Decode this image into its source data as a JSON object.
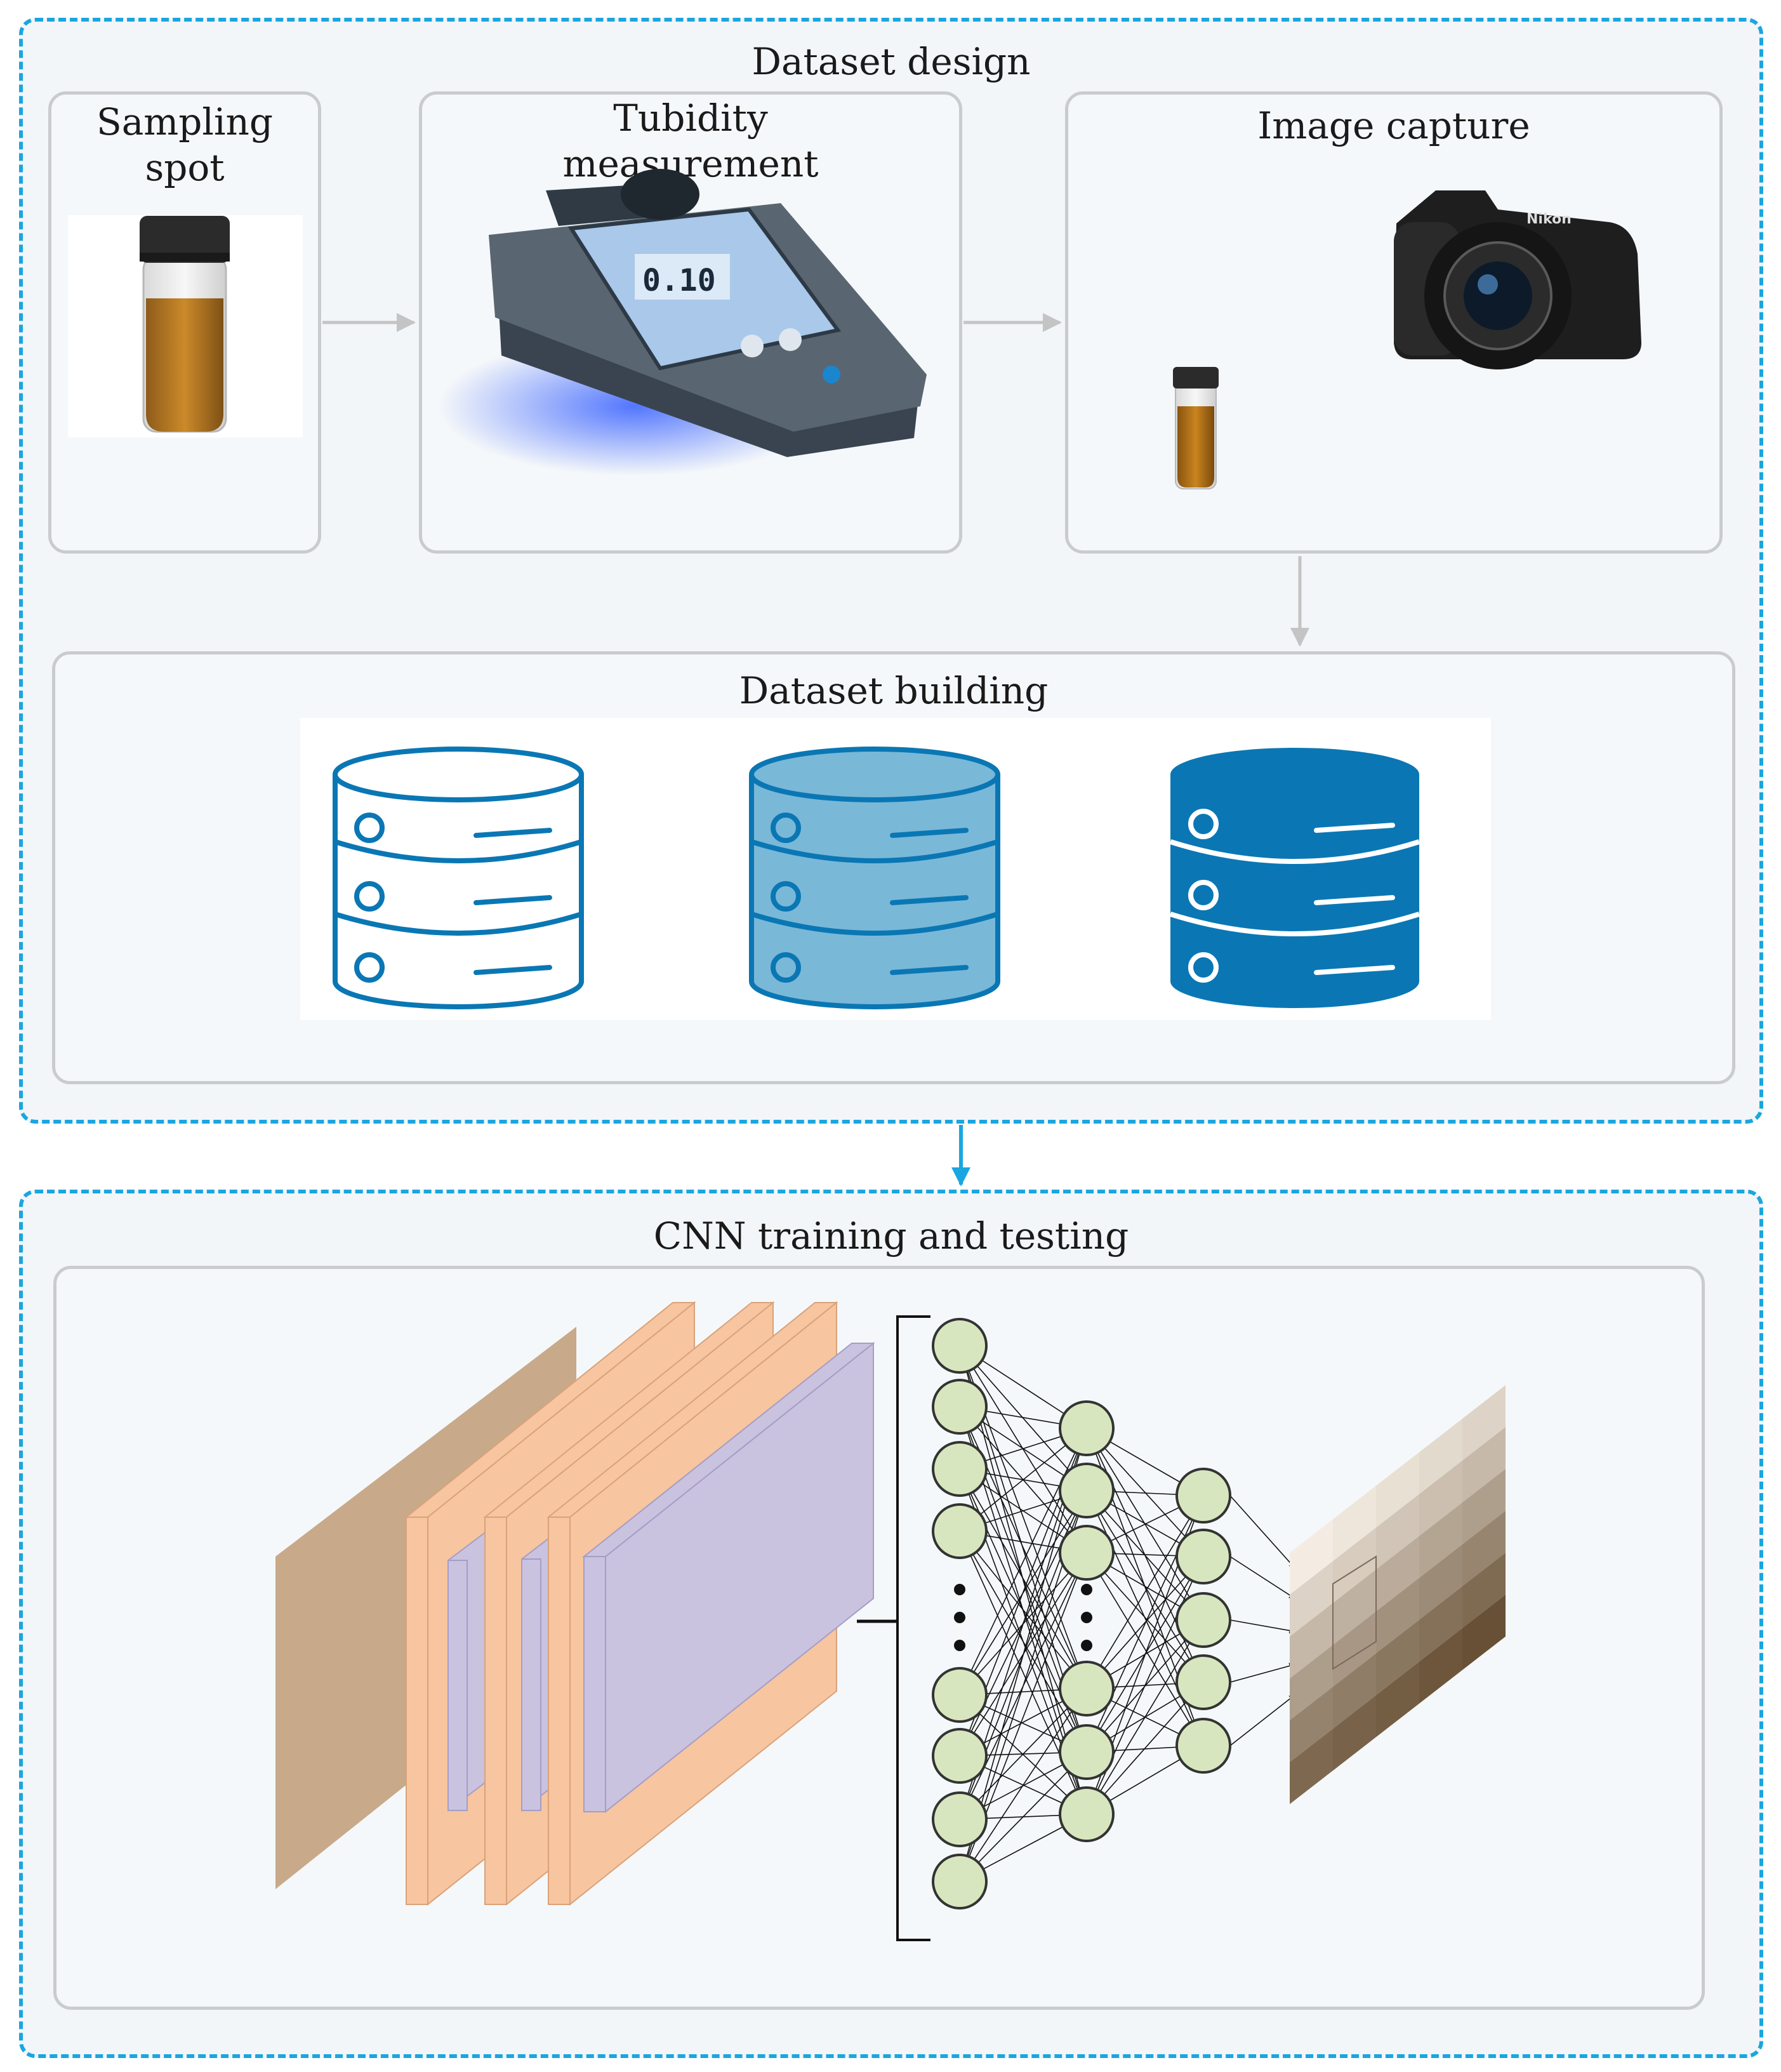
{
  "dataset_design": {
    "title": "Dataset design",
    "sampling": {
      "label_line1": "Sampling",
      "label_line2": "spot"
    },
    "turbidity": {
      "label_line1": "Tubidity",
      "label_line2": "measurement",
      "meter_reading": "0.10"
    },
    "image_capture": {
      "label": "Image capture"
    },
    "dataset_building": {
      "title": "Dataset building"
    }
  },
  "cnn": {
    "title": "CNN training and testing"
  },
  "colors": {
    "dashed_border": "#1aa6e0",
    "panel_border": "#c9cbcd",
    "db_blue": "#0a77b4",
    "db_light_fill": "#7ab8d8",
    "feature_map_orange": "#f7c59f",
    "feature_map_purple": "#c9c3df",
    "input_layer_brown": "#c8a98a",
    "neuron_fill": "#d8e6bf"
  }
}
